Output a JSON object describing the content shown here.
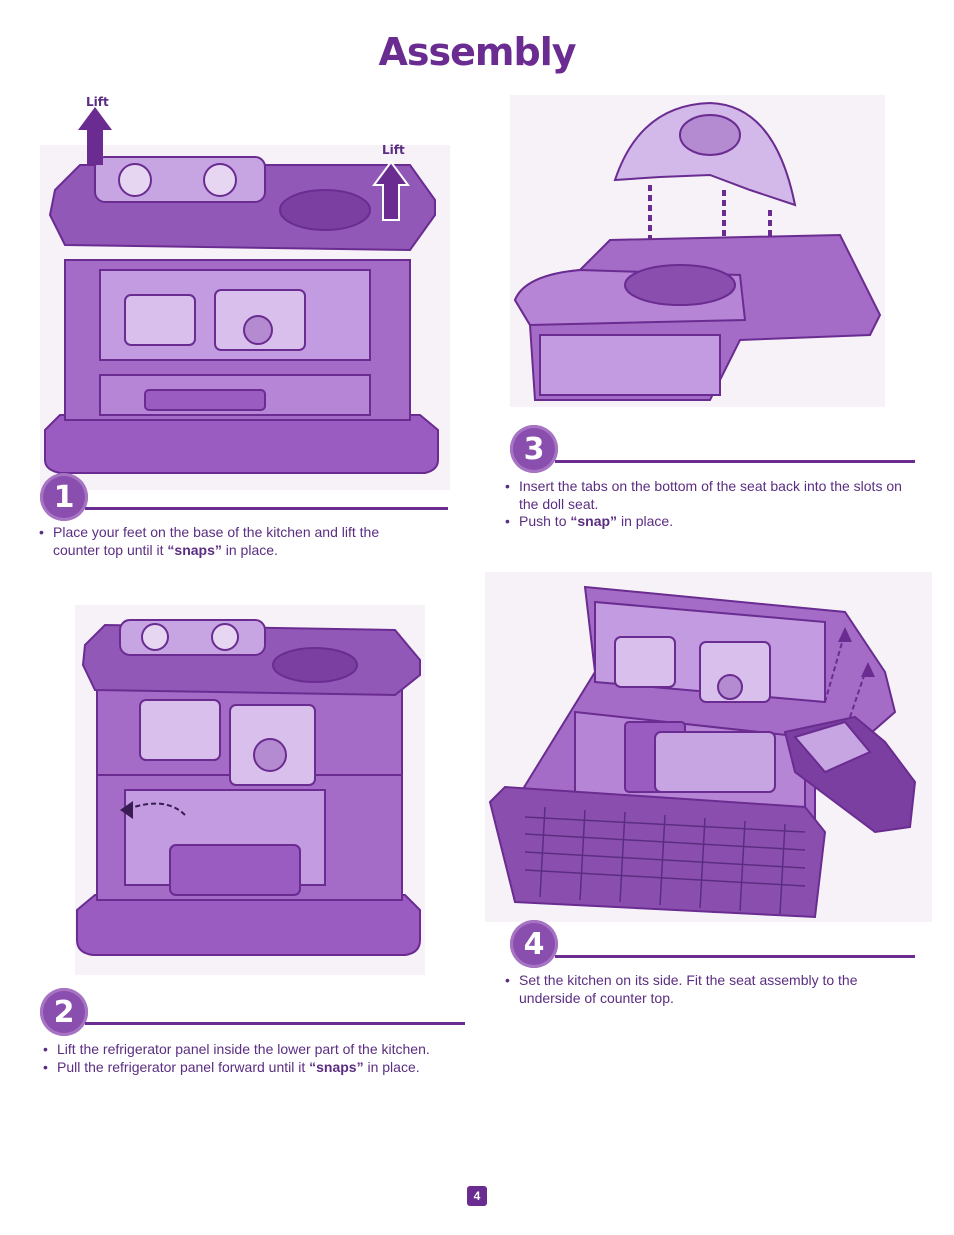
{
  "page": {
    "title": "Assembly",
    "page_number": "4",
    "colors": {
      "accent": "#6a2c91",
      "toy": "#b48ad0",
      "toy_dark": "#7a3fa0",
      "text": "#5b2d82"
    }
  },
  "step1": {
    "number": "1",
    "lift_left": "Lift",
    "lift_right": "Lift",
    "b1_pre": "Place your feet on the base of the kitchen and lift the counter top until it ",
    "b1_em": "“snaps”",
    "b1_post": " in place."
  },
  "step2": {
    "number": "2",
    "b1": "Lift the refrigerator panel inside the lower part of the kitchen.",
    "b2_pre": "Pull the refrigerator panel forward until it ",
    "b2_em": "“snaps”",
    "b2_post": " in place."
  },
  "step3": {
    "number": "3",
    "b1": "Insert the tabs on the bottom of the seat back into the slots on the doll seat.",
    "b2_pre": "Push to ",
    "b2_em": "“snap”",
    "b2_post": " in place."
  },
  "step4": {
    "number": "4",
    "b1": "Set the kitchen on its side. Fit the seat assembly to the underside of counter top."
  }
}
